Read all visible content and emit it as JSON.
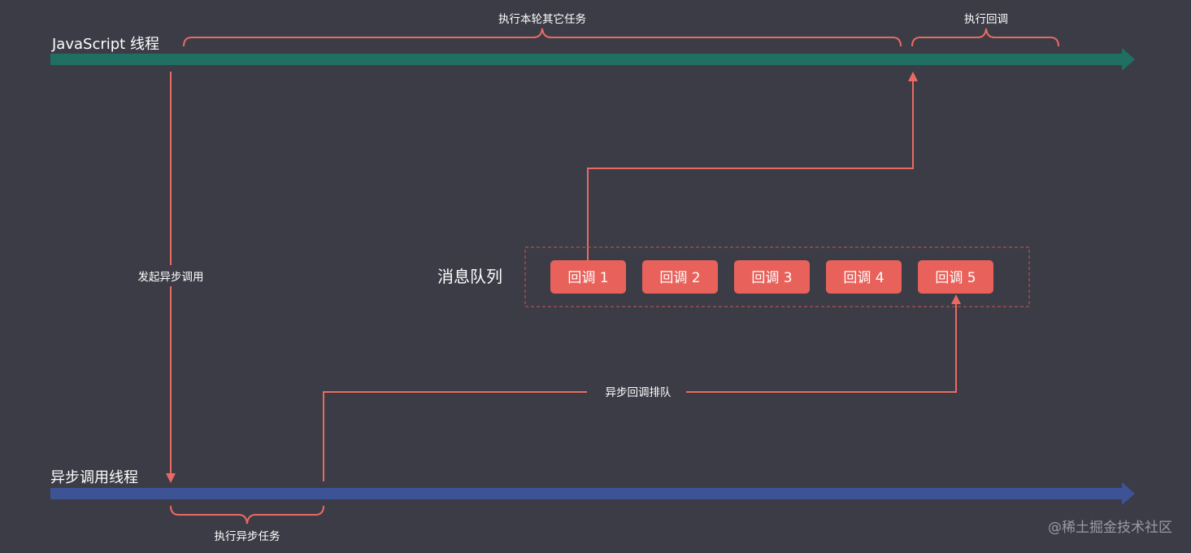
{
  "threads": {
    "js_thread_label": "JavaScript 线程",
    "async_thread_label": "异步调用线程",
    "js_color": "#1f7063",
    "async_color": "#3d5396"
  },
  "braces": {
    "other_tasks": "执行本轮其它任务",
    "run_callback": "执行回调",
    "run_async_task": "执行异步任务"
  },
  "flows": {
    "start_async_call": "发起异步调用",
    "enqueue_callback": "异步回调排队"
  },
  "queue": {
    "label": "消息队列",
    "items": [
      "回调 1",
      "回调 2",
      "回调 3",
      "回调 4",
      "回调 5"
    ]
  },
  "colors": {
    "background": "#3b3c46",
    "accent": "#e8625b",
    "line": "#ea6a63"
  },
  "watermark": "@稀土掘金技术社区"
}
